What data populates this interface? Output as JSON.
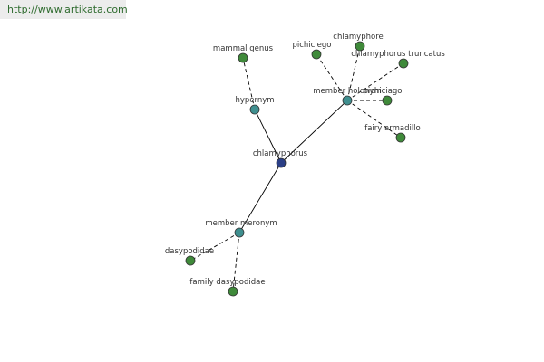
{
  "site": {
    "url": "http://www.artikata.com"
  },
  "colors": {
    "root": "#2b3f86",
    "relation": "#3f8f8f",
    "leaf": "#3f8a3a",
    "edge": "#000000",
    "badge_text": "#2e6b2e"
  },
  "graph": {
    "root": {
      "id": "chlamyphorus",
      "label": "chlamyphorus"
    },
    "relations": [
      {
        "id": "hypernym",
        "label": "hypernym"
      },
      {
        "id": "member-holonym",
        "label": "member holonym"
      },
      {
        "id": "member-meronym",
        "label": "member meronym"
      }
    ],
    "leaves": [
      {
        "id": "mammal-genus",
        "label": "mammal genus",
        "parent": "hypernym"
      },
      {
        "id": "pichiciego-1",
        "label": "pichiciego",
        "parent": "member-holonym"
      },
      {
        "id": "chlamyphore",
        "label": "chlamyphore",
        "parent": "member-holonym"
      },
      {
        "id": "chlamyphorus-truncatus",
        "label": "chlamyphorus truncatus",
        "parent": "member-holonym"
      },
      {
        "id": "pichiciago",
        "label": "pichiciago",
        "parent": "member-holonym"
      },
      {
        "id": "fairy-armadillo",
        "label": "fairy armadillo",
        "parent": "member-holonym"
      },
      {
        "id": "dasypodidae",
        "label": "dasypodidae",
        "parent": "member-meronym"
      },
      {
        "id": "family-dasypodidae",
        "label": "family dasypodidae",
        "parent": "member-meronym"
      }
    ]
  }
}
